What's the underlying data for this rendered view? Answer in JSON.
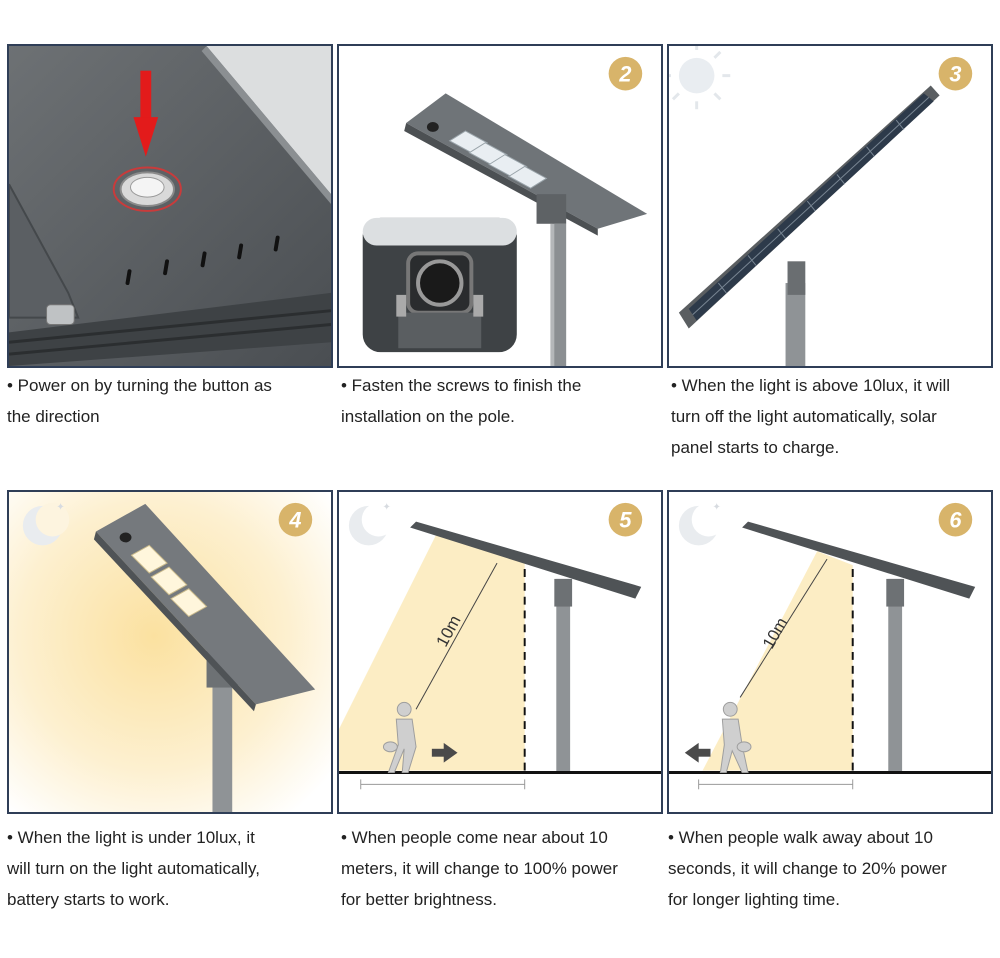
{
  "steps": [
    {
      "number": "",
      "caption": [
        "• Power on by turning the button as",
        "the direction"
      ]
    },
    {
      "number": "2",
      "caption": [
        "• Fasten the screws to finish the",
        "installation on the pole."
      ]
    },
    {
      "number": "3",
      "caption": [
        "• When the light is above 10lux, it will",
        "turn off the light automatically, solar",
        "panel starts to charge."
      ]
    },
    {
      "number": "4",
      "caption": [
        "• When the light is under 10lux, it",
        "will turn on the light automatically,",
        "battery starts to work."
      ]
    },
    {
      "number": "5",
      "caption": [
        "• When people come near about 10",
        "meters, it will change to 100% power",
        "for better brightness."
      ],
      "distance_label": "10m"
    },
    {
      "number": "6",
      "caption": [
        "• When people walk away about 10",
        "seconds, it will change to 20% power",
        "for longer lighting time."
      ],
      "distance_label": "10m"
    }
  ],
  "colors": {
    "frame": "#2f3e57",
    "badge": "#d8b46a",
    "arrow_red": "#e31b1b",
    "light_glow": "#fbe7b0"
  },
  "icons": [
    "arrow-down-icon",
    "sun-icon",
    "moon-icon",
    "arrow-right-icon",
    "arrow-left-icon",
    "person-walking-icon"
  ]
}
